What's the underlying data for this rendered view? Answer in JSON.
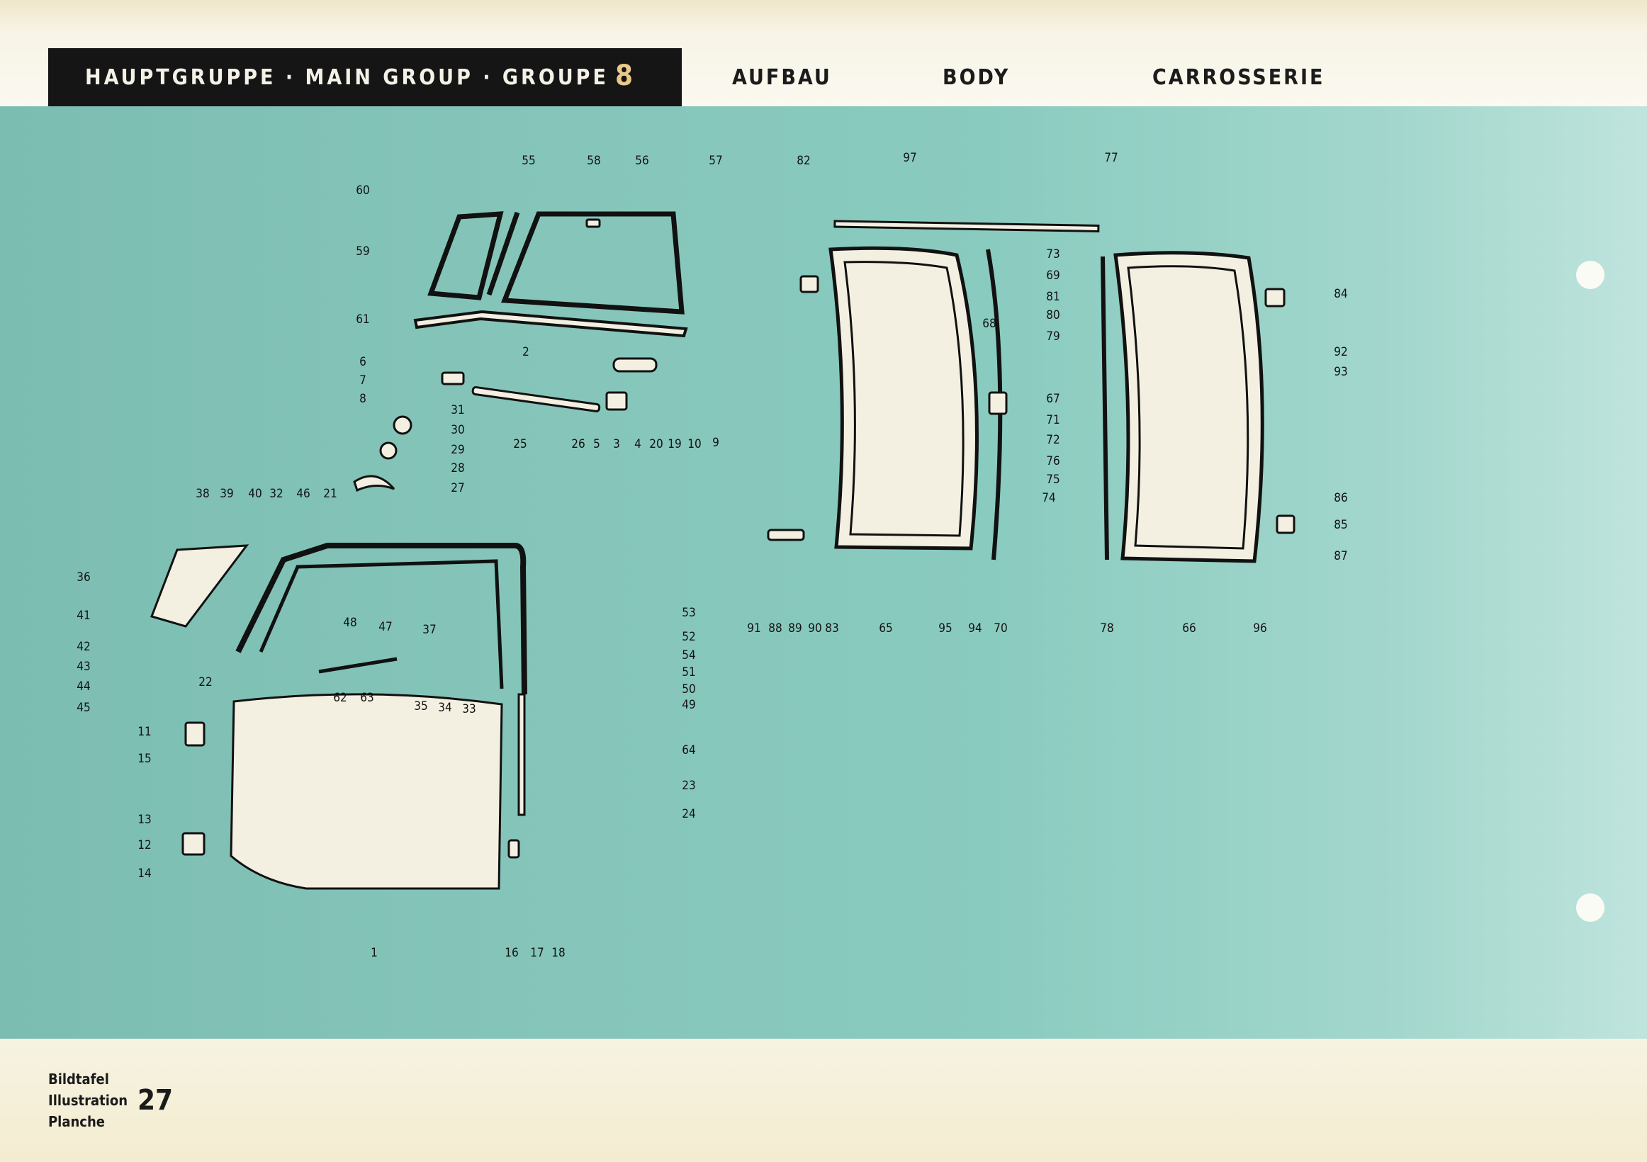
{
  "header": {
    "group_label": "HAUPTGRUPPE · MAIN GROUP · GROUPE",
    "group_number": "8",
    "section_de": "AUFBAU",
    "section_en": "BODY",
    "section_fr": "CARROSSERIE"
  },
  "footer": {
    "label_de": "Bildtafel",
    "label_en": "Illustration",
    "label_fr": "Planche",
    "plate_number": "27"
  },
  "colors": {
    "panel": "#86c6ba",
    "header_bar": "#151515",
    "paper": "#f4f0de",
    "part_fill": "#f3f0e2",
    "ink": "#121212"
  },
  "callouts": [
    {
      "n": "55"
    },
    {
      "n": "58"
    },
    {
      "n": "56"
    },
    {
      "n": "57"
    },
    {
      "n": "60"
    },
    {
      "n": "59"
    },
    {
      "n": "61"
    },
    {
      "n": "2"
    },
    {
      "n": "6"
    },
    {
      "n": "7"
    },
    {
      "n": "8"
    },
    {
      "n": "31"
    },
    {
      "n": "30"
    },
    {
      "n": "29"
    },
    {
      "n": "28"
    },
    {
      "n": "27"
    },
    {
      "n": "9"
    },
    {
      "n": "25"
    },
    {
      "n": "26"
    },
    {
      "n": "5"
    },
    {
      "n": "3"
    },
    {
      "n": "4"
    },
    {
      "n": "20"
    },
    {
      "n": "19"
    },
    {
      "n": "10"
    },
    {
      "n": "38"
    },
    {
      "n": "39"
    },
    {
      "n": "40"
    },
    {
      "n": "32"
    },
    {
      "n": "46"
    },
    {
      "n": "21"
    },
    {
      "n": "36"
    },
    {
      "n": "41"
    },
    {
      "n": "42"
    },
    {
      "n": "43"
    },
    {
      "n": "44"
    },
    {
      "n": "45"
    },
    {
      "n": "48"
    },
    {
      "n": "47"
    },
    {
      "n": "37"
    },
    {
      "n": "22"
    },
    {
      "n": "62"
    },
    {
      "n": "63"
    },
    {
      "n": "35"
    },
    {
      "n": "34"
    },
    {
      "n": "33"
    },
    {
      "n": "53"
    },
    {
      "n": "52"
    },
    {
      "n": "54"
    },
    {
      "n": "51"
    },
    {
      "n": "50"
    },
    {
      "n": "49"
    },
    {
      "n": "64"
    },
    {
      "n": "23"
    },
    {
      "n": "24"
    },
    {
      "n": "11"
    },
    {
      "n": "15"
    },
    {
      "n": "13"
    },
    {
      "n": "12"
    },
    {
      "n": "14"
    },
    {
      "n": "1"
    },
    {
      "n": "16"
    },
    {
      "n": "17"
    },
    {
      "n": "18"
    },
    {
      "n": "82"
    },
    {
      "n": "97"
    },
    {
      "n": "77"
    },
    {
      "n": "73"
    },
    {
      "n": "69"
    },
    {
      "n": "81"
    },
    {
      "n": "80"
    },
    {
      "n": "79"
    },
    {
      "n": "68"
    },
    {
      "n": "67"
    },
    {
      "n": "71"
    },
    {
      "n": "72"
    },
    {
      "n": "76"
    },
    {
      "n": "75"
    },
    {
      "n": "74"
    },
    {
      "n": "84"
    },
    {
      "n": "92"
    },
    {
      "n": "93"
    },
    {
      "n": "86"
    },
    {
      "n": "85"
    },
    {
      "n": "87"
    },
    {
      "n": "91"
    },
    {
      "n": "88"
    },
    {
      "n": "89"
    },
    {
      "n": "90"
    },
    {
      "n": "83"
    },
    {
      "n": "65"
    },
    {
      "n": "95"
    },
    {
      "n": "94"
    },
    {
      "n": "70"
    },
    {
      "n": "78"
    },
    {
      "n": "66"
    },
    {
      "n": "96"
    }
  ]
}
